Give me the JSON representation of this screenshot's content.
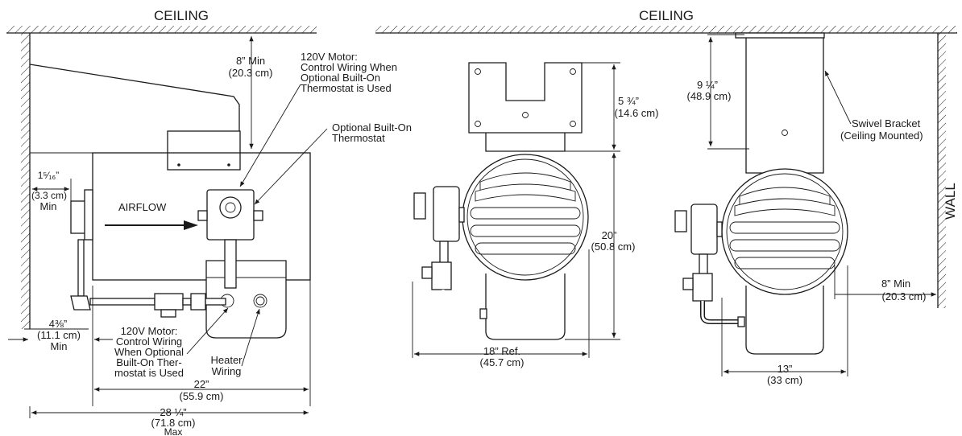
{
  "left_view": {
    "ceiling_label": "CEILING",
    "ceiling_clearance": [
      "8” Min",
      "(20.3 cm)"
    ],
    "motor_note_top": [
      "120V Motor:",
      "Control Wiring When",
      "Optional Built-On",
      "Thermostat is Used"
    ],
    "thermostat_note": [
      "Optional Built-On",
      "Thermostat"
    ],
    "wall_clearance": [
      "1⁵⁄₁₆”",
      "(3.3 cm)",
      "Min"
    ],
    "airflow_label": "AIRFLOW",
    "floor_clearance": [
      "4⅜”",
      "(11.1 cm)",
      "Min"
    ],
    "motor_note_bottom": [
      "120V Motor:",
      "Control Wiring",
      "When Optional",
      "Built-On Ther-",
      "mostat is Used"
    ],
    "heater_wiring": [
      "Heater",
      "Wiring"
    ],
    "width_22": [
      "22”",
      "(55.9 cm)"
    ],
    "width_28": [
      "28 ¼”",
      "(71.8 cm)",
      "Max"
    ]
  },
  "center_view": {
    "ceiling_label": "CEILING",
    "bracket_height": [
      "5 ¾”",
      "(14.6 cm)"
    ],
    "body_height": [
      "20”",
      "(50.8 cm)"
    ],
    "width_ref": [
      "18” Ref.",
      "(45.7 cm)"
    ]
  },
  "right_view": {
    "drop_height": [
      "9 ¼”",
      "(48.9 cm)"
    ],
    "swivel_note": [
      "Swivel Bracket",
      "(Ceiling Mounted)"
    ],
    "wall_label": "WALL",
    "wall_clearance": [
      "8” Min",
      "(20.3 cm)"
    ],
    "width": [
      "13”",
      "(33 cm)"
    ]
  }
}
